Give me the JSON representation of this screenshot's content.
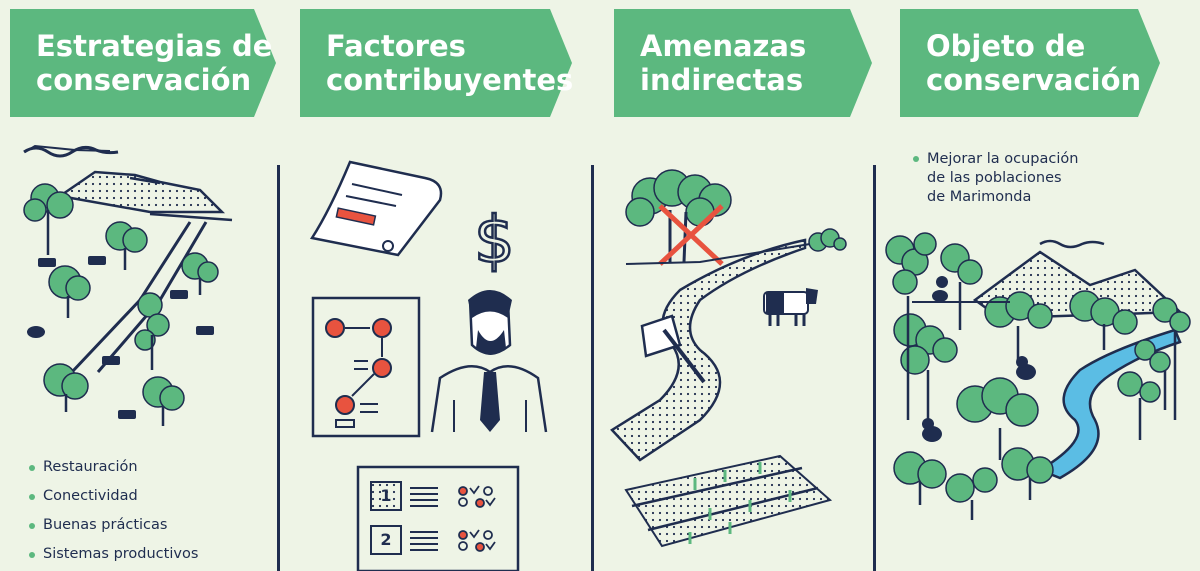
{
  "colors": {
    "banner": "#5cb87f",
    "ink": "#1f2d4f",
    "background": "#eef4e6",
    "accent": "#e8533f",
    "river": "#5bbde4"
  },
  "columns": [
    {
      "title": "Estrategias de\nconservación"
    },
    {
      "title": "Factores\ncontribuyentes"
    },
    {
      "title": "Amenazas\nindirectas"
    },
    {
      "title": "Objeto de\nconservación"
    }
  ],
  "strategies": [
    "Restauración",
    "Conectividad",
    "Buenas prácticas",
    "Sistemas productivos"
  ],
  "target_goal": "Mejorar la ocupación\nde las poblaciones\nde Marimonda",
  "checklist": {
    "item1": "1",
    "item2": "2"
  },
  "icons": [
    "mountain-landscape-icon",
    "document-icon",
    "dollar-icon",
    "flowchart-icon",
    "person-icon",
    "checklist-icon",
    "deforestation-icon",
    "axe-icon",
    "cow-icon",
    "crops-icon",
    "forest-river-icon",
    "monkey-icon"
  ]
}
